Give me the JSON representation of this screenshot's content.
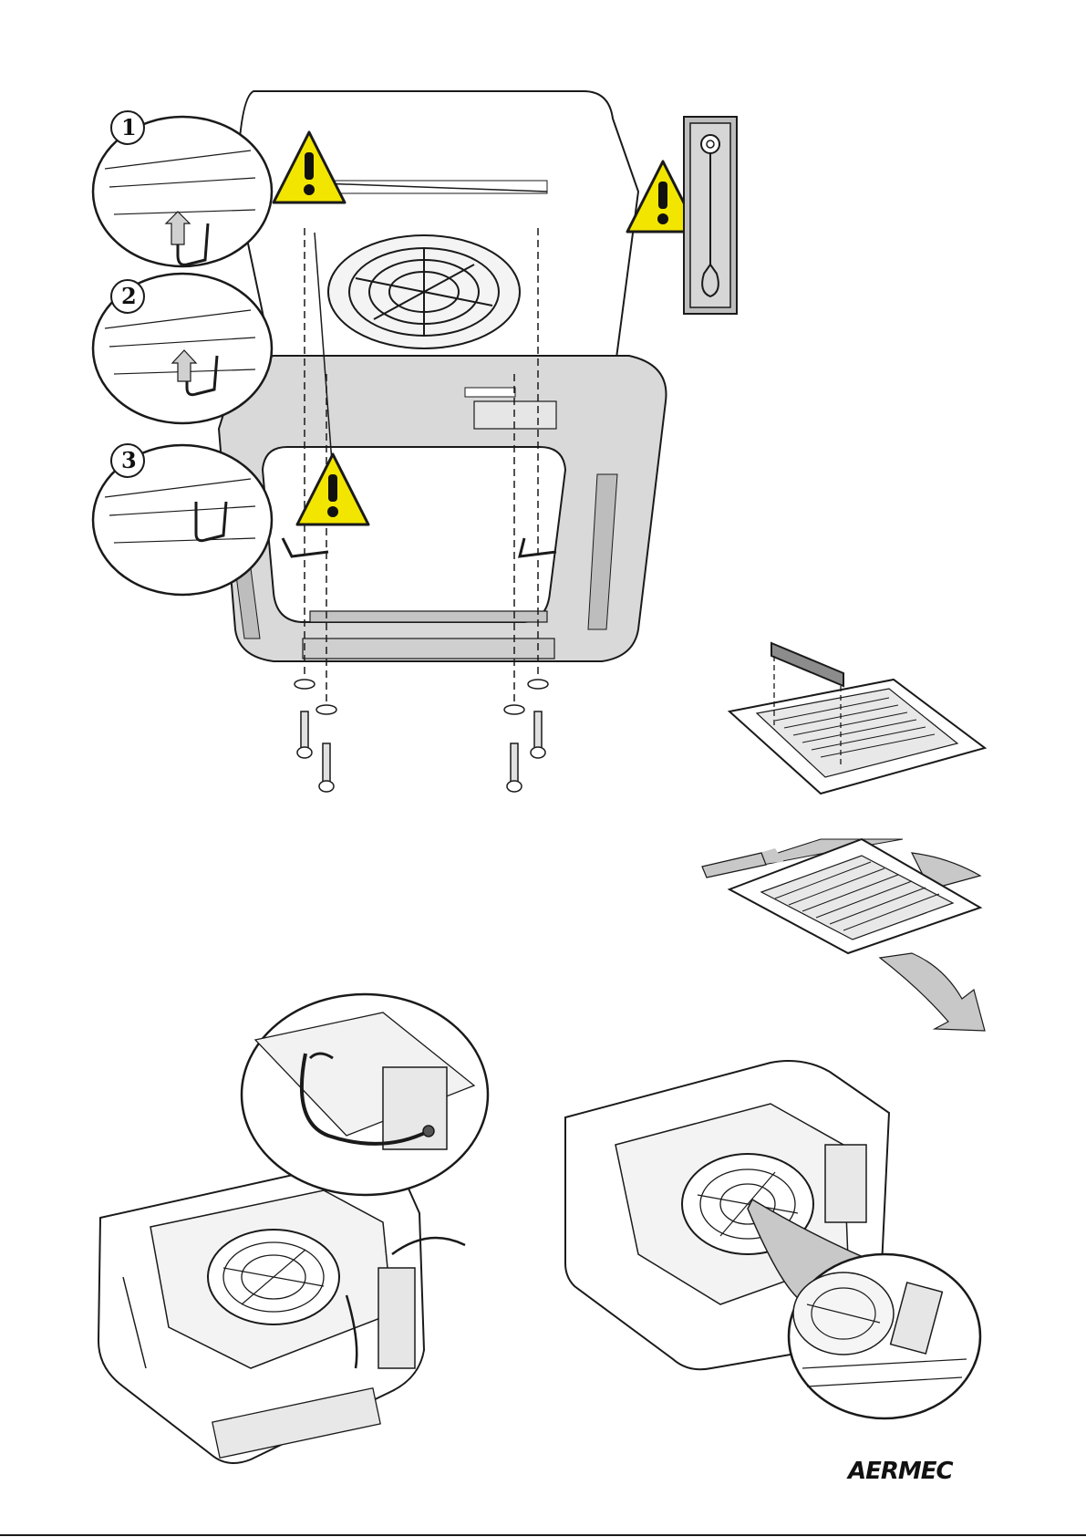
{
  "document": {
    "brand_logo": "AERMEC",
    "footer_text": "",
    "step_labels": [
      "1",
      "2",
      "3"
    ],
    "colors": {
      "line": "#1a1a1a",
      "panel_grey": "#d9d9d9",
      "panel_dark": "#bdbdbd",
      "warning_yellow": "#f2e600",
      "arrow_grey": "#c8c8c8"
    },
    "icons": [
      "warning-triangle-icon",
      "safety-cable-icon"
    ]
  }
}
